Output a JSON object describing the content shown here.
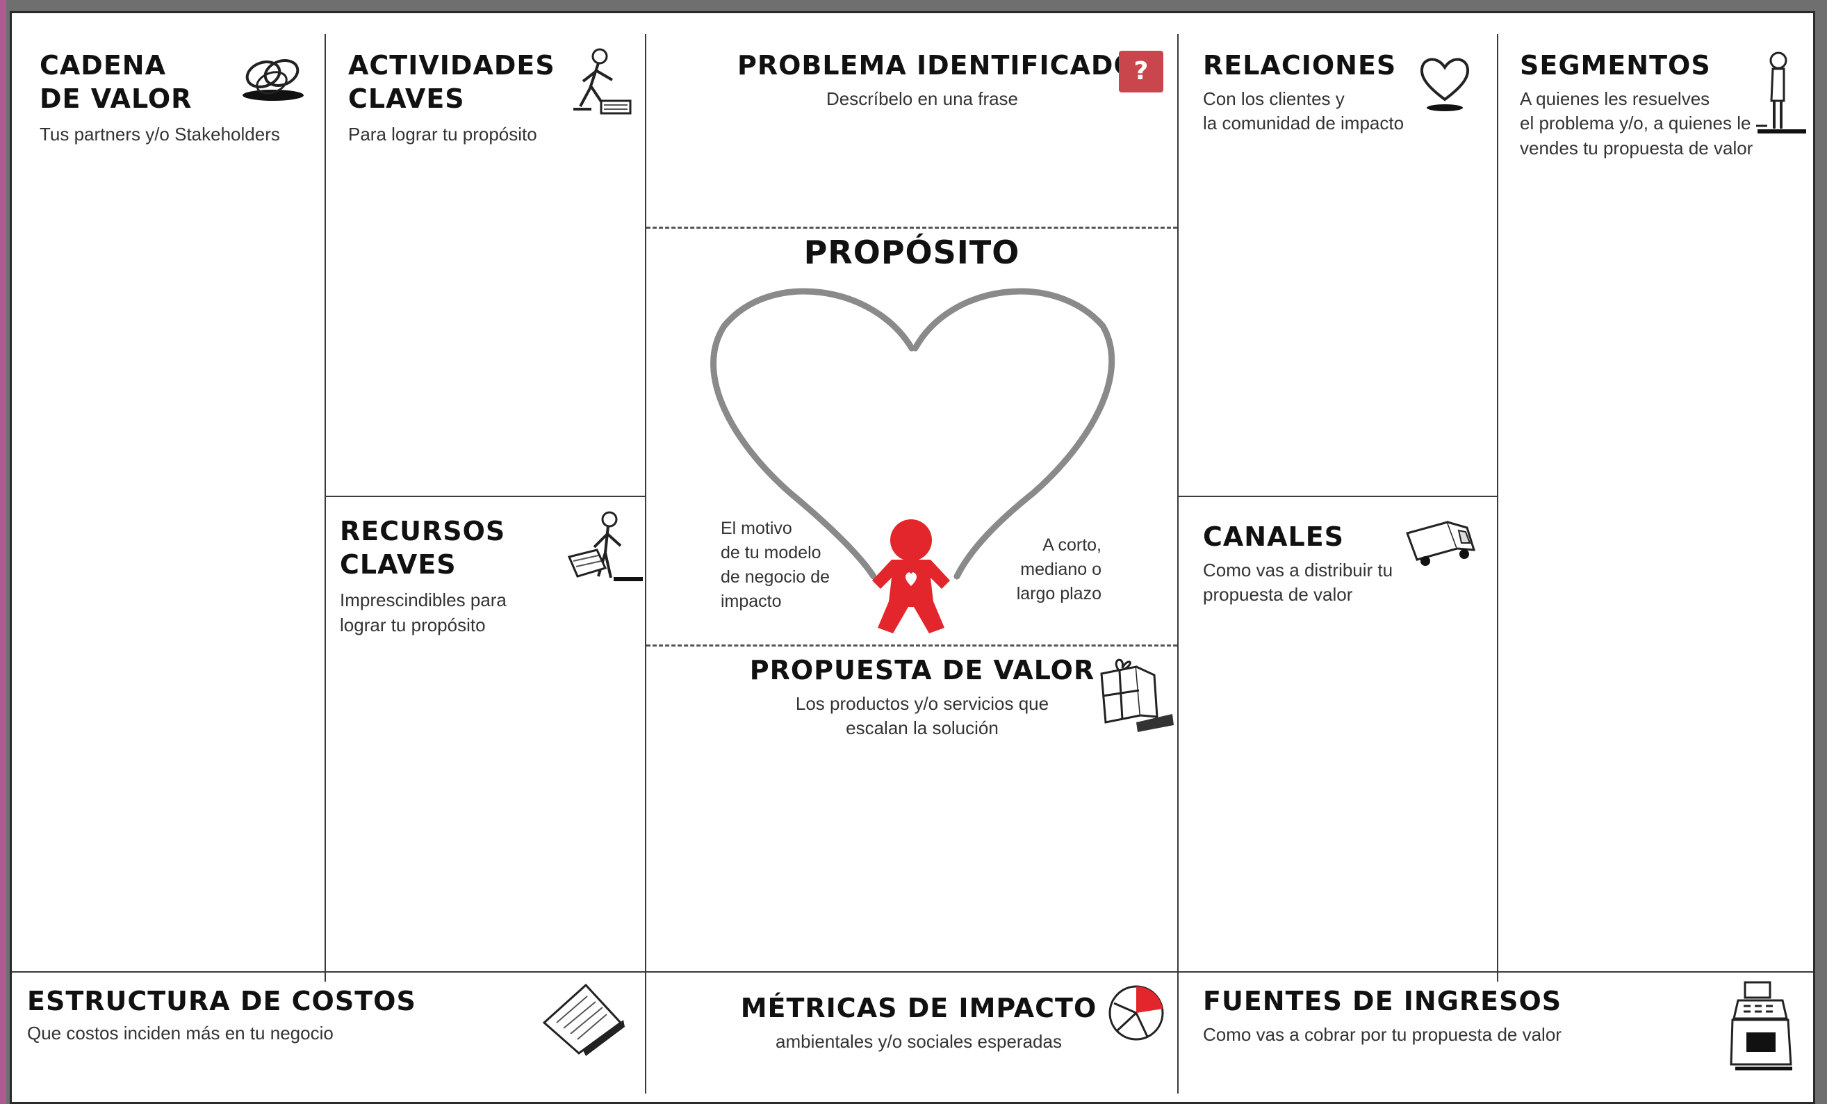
{
  "canvas": {
    "cadena": {
      "title": "CADENA\nDE VALOR",
      "subtitle": "Tus partners y/o Stakeholders",
      "icon": "linked-rings-icon"
    },
    "actividades": {
      "title": "ACTIVIDADES\nCLAVES",
      "subtitle": "Para lograr tu propósito",
      "icon": "worker-icon"
    },
    "problema": {
      "title": "PROBLEMA IDENTIFICADO",
      "subtitle": "Descríbelo en una frase",
      "badge": "?",
      "icon": "question-badge-icon"
    },
    "relaciones": {
      "title": "RELACIONES",
      "subtitle": "Con los clientes y\nla comunidad de impacto",
      "icon": "heart-icon"
    },
    "segmentos": {
      "title": "SEGMENTOS",
      "subtitle": "A quienes les resuelves\nel problema y/o, a quienes le\nvendes tu propuesta de valor",
      "icon": "person-icon"
    },
    "proposito": {
      "title": "PROPÓSITO",
      "left_note": "El motivo\nde tu modelo\nde negocio de\nimpacto",
      "right_note": "A corto,\nmediano o\nlargo plazo",
      "icon": "gingerbread-person-icon"
    },
    "recursos": {
      "title": "RECURSOS\nCLAVES",
      "subtitle": "Imprescindibles para\nlograr tu propósito",
      "icon": "machine-operator-icon"
    },
    "canales": {
      "title": "CANALES",
      "subtitle": "Como vas a distribuir tu\npropuesta de valor",
      "icon": "truck-icon"
    },
    "propuesta": {
      "title": "PROPUESTA DE VALOR",
      "subtitle": "Los productos y/o servicios que\nescalan la solución",
      "icon": "gift-box-icon"
    },
    "costos": {
      "title": "ESTRUCTURA DE COSTOS",
      "subtitle": "Que costos inciden más en tu negocio",
      "icon": "document-stack-icon"
    },
    "metricas": {
      "title": "MÉTRICAS DE IMPACTO",
      "subtitle": "ambientales y/o sociales esperadas",
      "icon": "pie-chart-icon"
    },
    "fuentes": {
      "title": "FUENTES DE INGRESOS",
      "subtitle": "Como vas a cobrar por tu propuesta de valor",
      "icon": "cash-register-icon"
    }
  },
  "colors": {
    "accent_red": "#e3252c",
    "heart_gray": "#8a8a8a",
    "badge_red": "#c9474c",
    "frame_pink": "#b05a92"
  }
}
